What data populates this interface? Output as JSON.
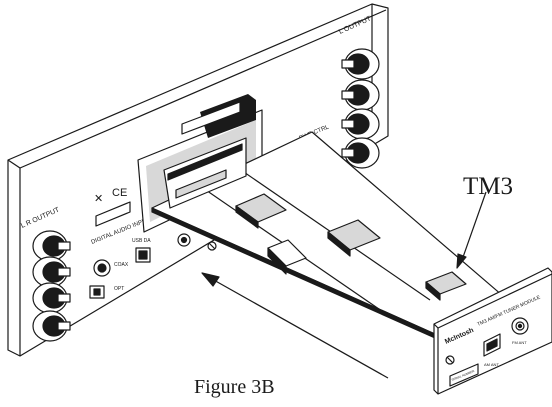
{
  "callout": {
    "module_label": "TM3"
  },
  "figure": {
    "caption": "Figure 3B"
  },
  "chassis": {
    "right_output_label": "L OUTPUT",
    "left_output_label": "L R OUTPUT",
    "digital_inputs_label": "DIGITAL AUDIO INPUTS",
    "usb_label": "USB DA",
    "opt_label": "OPT",
    "coax_label": "COAX",
    "pwr_ctrl_label": "PWR CTRL",
    "ce_mark": "CE",
    "weee_mark": "✕"
  },
  "module_panel": {
    "brand": "McIntosh",
    "title": "TM3 AM/FM TUNER MODULE",
    "am_ant_label": "AM ANT",
    "fm_ant_label": "FM ANT",
    "serial_label": "SERIAL NUMBER"
  },
  "colors": {
    "line": "#1a1a1a",
    "fill": "#ffffff",
    "shade": "#d8d8d8"
  }
}
